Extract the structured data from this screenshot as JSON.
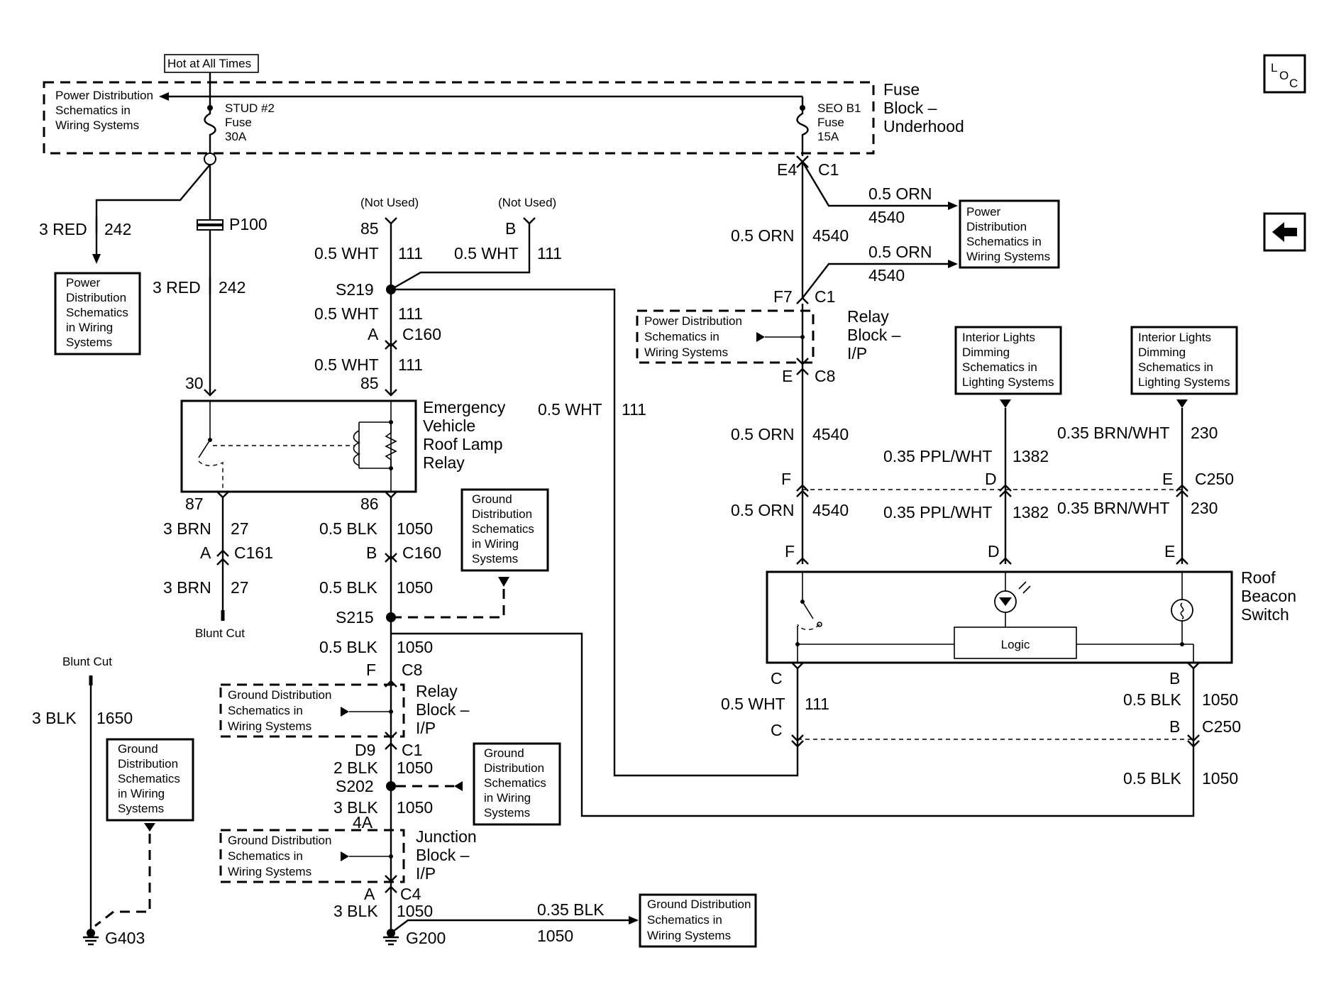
{
  "header": {
    "hot_at_all_times": "Hot at All Times"
  },
  "fuse_block": {
    "name_lines": [
      "Fuse",
      "Block –",
      "Underhood"
    ],
    "pd_ref": [
      "Power Distribution",
      "Schematics in",
      "Wiring Systems"
    ],
    "stud_fuse": [
      "STUD #2",
      "Fuse",
      "30A"
    ],
    "seo_fuse": [
      "SEO B1",
      "Fuse",
      "15A"
    ]
  },
  "left_branch": {
    "wire_gauge": "3 RED",
    "circuit": "242",
    "pd_box": [
      "Power",
      "Distribution",
      "Schematics",
      "in Wiring",
      "Systems"
    ],
    "connector": "P100",
    "wire_gauge_2": "3 RED",
    "circuit_2": "242",
    "pin_30": "30"
  },
  "s219_area": {
    "not_used_1": "(Not Used)",
    "not_used_2": "(Not Used)",
    "pin_85": "85",
    "pin_b": "B",
    "wire_a": "0.5 WHT",
    "circuit_a": "111",
    "wire_b": "0.5 WHT",
    "circuit_b": "111",
    "splice": "S219",
    "wire_c": "0.5 WHT",
    "circuit_c": "111",
    "pin_a": "A",
    "connector_c160": "C160",
    "wire_d": "0.5 WHT",
    "circuit_d": "111",
    "pin_85b": "85"
  },
  "relay": {
    "name_lines": [
      "Emergency",
      "Vehicle",
      "Roof Lamp",
      "Relay"
    ],
    "pin_87": "87",
    "pin_86": "86"
  },
  "lower_left": {
    "wire_brn": "3 BRN",
    "circuit_27": "27",
    "pin_a": "A",
    "connector_c161": "C161",
    "wire_brn2": "3 BRN",
    "circuit_27b": "27",
    "blunt_cut": "Blunt Cut",
    "wire_blk": "0.5 BLK",
    "circuit_1050": "1050",
    "pin_b": "B",
    "connector_c160": "C160",
    "gd_box": [
      "Ground",
      "Distribution",
      "Schematics",
      "in Wiring",
      "Systems"
    ],
    "wire_blk2": "0.5 BLK",
    "circuit_1050b": "1050",
    "splice_s215": "S215",
    "wire_blk3": "0.5 BLK",
    "circuit_1050c": "1050",
    "pin_f": "F",
    "connector_c8": "C8",
    "relay_block_gd": [
      "Ground Distribution",
      "Schematics in",
      "Wiring Systems"
    ],
    "relay_block_name": [
      "Relay",
      "Block –",
      "I/P"
    ],
    "pin_d9": "D9",
    "connector_c1": "C1",
    "wire_2blk": "2 BLK",
    "circuit_1050d": "1050",
    "splice_s202": "S202",
    "gd_box_s202": [
      "Ground",
      "Distribution",
      "Schematics",
      "in Wiring",
      "Systems"
    ],
    "wire_3blk": "3 BLK",
    "circuit_1050e": "1050",
    "pin_4a": "4A",
    "junction_gd": [
      "Ground Distribution",
      "Schematics in",
      "Wiring Systems"
    ],
    "junction_name": [
      "Junction",
      "Block –",
      "I/P"
    ],
    "pin_a2": "A",
    "connector_c4": "C4",
    "wire_3blk2": "3 BLK",
    "circuit_1050f": "1050",
    "ground_g200": "G200",
    "wire_035blk": "0.35 BLK",
    "circuit_1050g": "1050",
    "gd_box_g200": [
      "Ground Distribution",
      "Schematics in",
      "Wiring Systems"
    ]
  },
  "far_left": {
    "blunt_cut": "Blunt Cut",
    "wire": "3 BLK",
    "circuit": "1650",
    "gd_box": [
      "Ground",
      "Distribution",
      "Schematics",
      "in Wiring",
      "Systems"
    ],
    "ground": "G403"
  },
  "middle": {
    "wire": "0.5 WHT",
    "circuit": "111"
  },
  "right_side": {
    "pin_e4": "E4",
    "connector_c1": "C1",
    "wire_orn_a": "0.5 ORN",
    "circuit_a": "4540",
    "wire_orn_b": "0.5 ORN",
    "circuit_b": "4540",
    "pd_box": [
      "Power",
      "Distribution",
      "Schematics in",
      "Wiring Systems"
    ],
    "wire_orn_c": "0.5 ORN",
    "circuit_c": "4540",
    "pin_f7": "F7",
    "connector_c1b": "C1",
    "relay_block_pd": [
      "Power Distribution",
      "Schematics in",
      "Wiring Systems"
    ],
    "relay_block_name": [
      "Relay",
      "Block –",
      "I/P"
    ],
    "pin_e": "E",
    "connector_c8": "C8",
    "wire_orn_d": "0.5 ORN",
    "circuit_d": "4540",
    "dim_box_1": [
      "Interior Lights",
      "Dimming",
      "Schematics in",
      "Lighting Systems"
    ],
    "dim_box_2": [
      "Interior Lights",
      "Dimming",
      "Schematics in",
      "Lighting Systems"
    ],
    "wire_ppl": "0.35 PPL/WHT",
    "circuit_1382": "1382",
    "wire_brn": "0.35 BRN/WHT",
    "circuit_230": "230",
    "pin_f": "F",
    "pin_d": "D",
    "pin_e2": "E",
    "connector_c250": "C250",
    "wire_orn_e": "0.5 ORN",
    "circuit_e": "4540",
    "wire_ppl2": "0.35 PPL/WHT",
    "circuit_1382b": "1382",
    "wire_brn2": "0.35 BRN/WHT",
    "circuit_230b": "230",
    "pin_f2": "F",
    "pin_d2": "D",
    "pin_e3": "E",
    "switch_name": [
      "Roof",
      "Beacon",
      "Switch"
    ],
    "logic": "Logic",
    "pin_c": "C",
    "pin_b": "B",
    "wire_wht": "0.5 WHT",
    "circuit_111": "111",
    "wire_blk": "0.5 BLK",
    "circuit_1050": "1050",
    "pin_c2": "C",
    "pin_b2": "B",
    "connector_c250b": "C250",
    "wire_blk2": "0.5 BLK",
    "circuit_1050b": "1050"
  },
  "icons": {
    "loc": "LOC",
    "back": "back-arrow"
  }
}
